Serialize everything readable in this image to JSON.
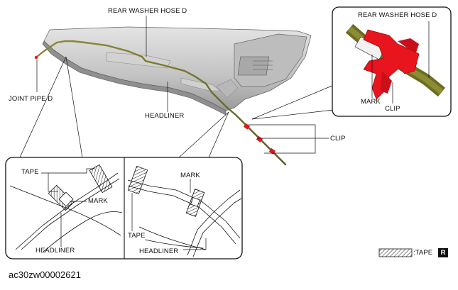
{
  "labels": {
    "rear_washer_hose_main": "REAR WASHER HOSE D",
    "rear_washer_hose_inset": "REAR WASHER HOSE D",
    "joint_pipe": "JOINT PIPE D",
    "headliner_main": "HEADLINER",
    "clip_main": "CLIP",
    "mark_inset": "MARK",
    "clip_inset": "CLIP",
    "tape_left": "TAPE",
    "mark_left": "MARK",
    "headliner_left": "HEADLINER",
    "mark_right": "MARK",
    "tape_right": "TAPE",
    "headliner_right": "HEADLINER",
    "legend_tape": ":TAPE",
    "legend_badge": "R"
  },
  "caption": "ac30zw00002621",
  "colors": {
    "hose": "#7a7a2a",
    "clip": "#e8141e",
    "headliner": "#c8c8c8",
    "line": "#111111"
  }
}
